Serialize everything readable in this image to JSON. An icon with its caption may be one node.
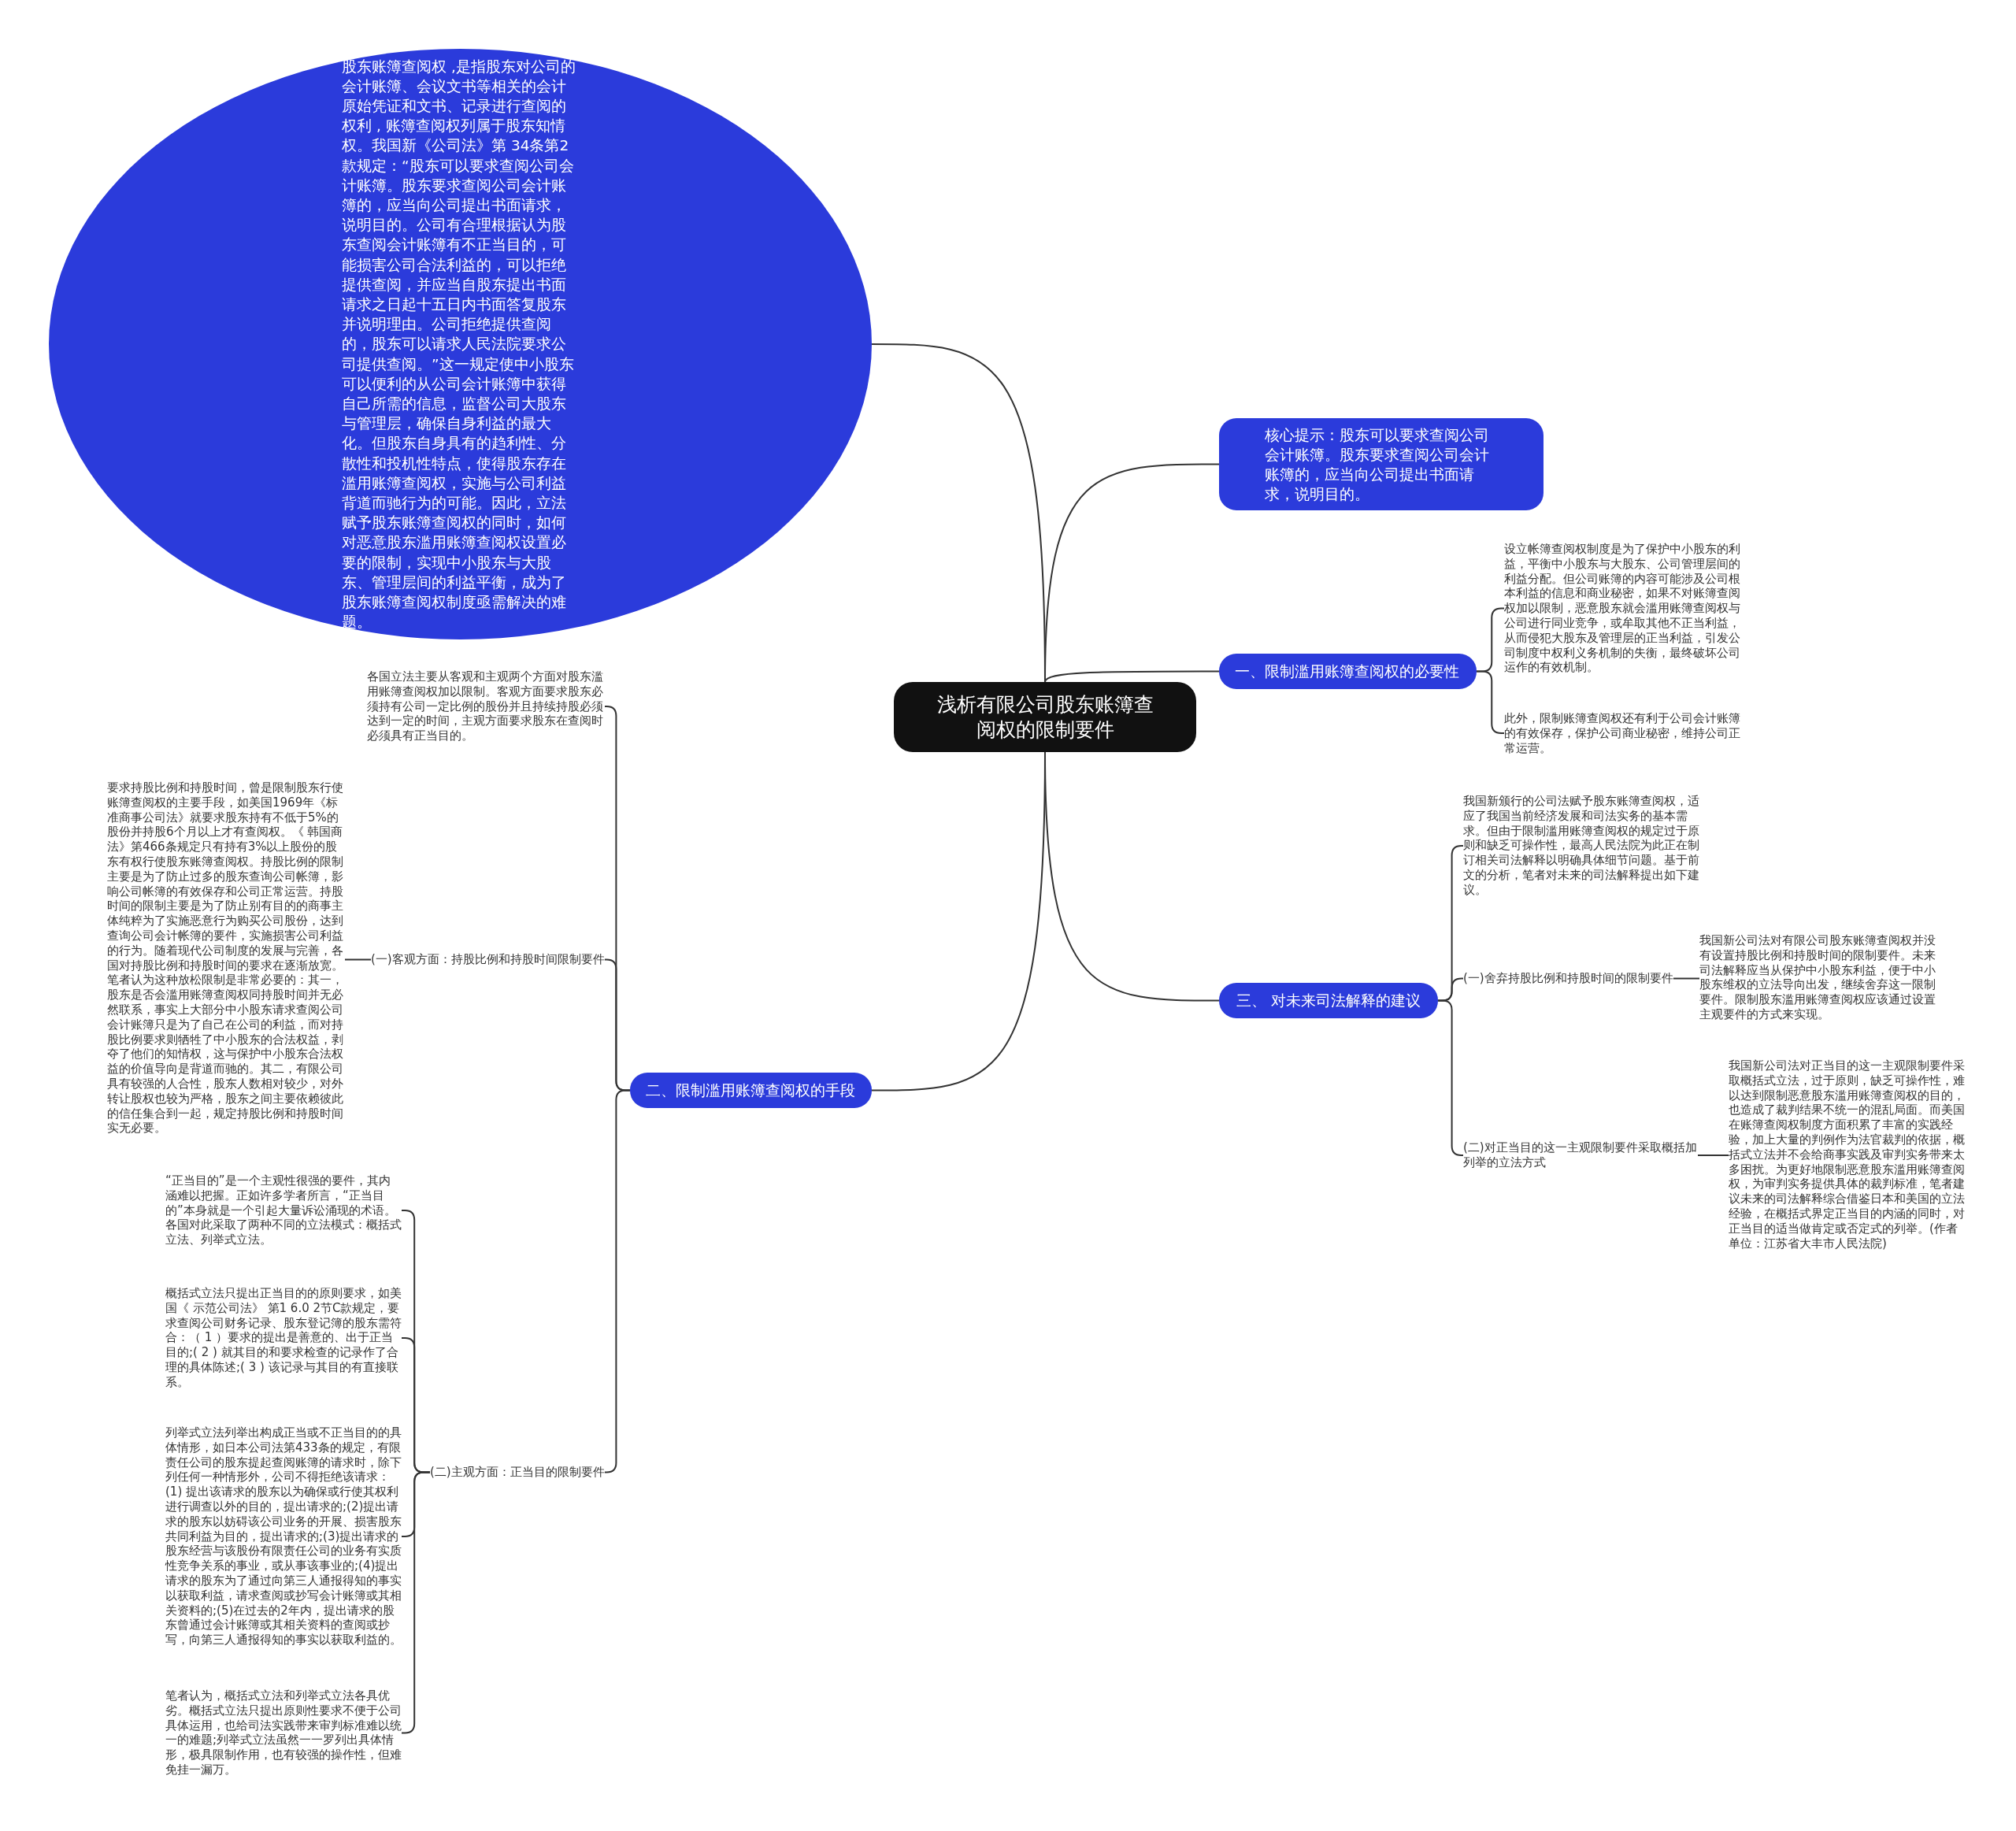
{
  "diagram": {
    "nodes": [
      {
        "text": [
          "浅析有限公司股东账簿查阅权的限制要件"
        ]
      },
      {
        "text": [
          "股东账簿查阅权 ,是指股东对公司的会计账簿、会议文书等相关的会计原始凭证和文书、记录进行查阅的权利 , 账簿查阅权列属于股东知情权。我国新《公司法》第 34条第2款规定：“股东可以要求查阅公司会计账簿。股东要求查阅公司会计账簿的，应当向公司提出书面请求，说明目的。公司有合理根据认为股东查阅会计账簿有不正当目的，可能损害公司合法利益的，可以拒绝提供查阅，并应当自股东提出书面请求之日起十五日内书面答复股东并说明理由。公司拒绝提供查阅的，股东可以请求人民法院要求公司提供查阅。”这一规定使中小股东可以便利的从公司会计账簿中获得自己所需的信息，监督公司大股东与管理层，确保自身利益的最大化。但股东自身具有的趋利性、分散性和投机性特点，使得股东存在滥用账簿查阅权，实施与公司利益背道而驰行为的可能。因此，立法赋予股东账簿查阅权的同时，如何对恶意股东滥用账簿查阅权设置必要的限制，实现中小股东与大股东、管理层间的利益平衡，成为了股东账簿查阅权制度亟需解决的难题。"
        ]
      },
      {
        "text": [
          "核心提示：股东可以要求查阅公司会计账簿。股东要求查阅公司会计账簿的，应当向公司提出书面请求，说明目的。"
        ]
      },
      {
        "text": [
          "一、限制滥用账簿查阅权的必要性"
        ]
      },
      {
        "text": [
          "设立帐簿查阅权制度是为了保护中小股东的利益，平衡中小股东与大股东、公司管理层间的利益分配。但公司账簿的内容可能涉及公司根本利益的信息和商业秘密，如果不对账簿查阅权加以限制，恶意股东就会滥用账簿查阅权与公司进行同业竞争，或牟取其他不正当利益，从而侵犯大股东及管理层的正当利益，引发公司制度中权利义务机制的失衡，最终破坏公司运作的有效机制。"
        ]
      },
      {
        "text": [
          "此外，限制账簿查阅权还有利于公司会计账簿的有效保存，保护公司商业秘密，维持公司正常运营。"
        ]
      },
      {
        "text": [
          "三、 对未来司法解释的建议"
        ]
      },
      {
        "text": [
          "我国新颁行的公司法赋予股东账簿查阅权，适应了我国当前经济发展和司法实务的基本需求。但由于限制滥用账簿查阅权的规定过于原则和缺乏可操作性，最高人民法院为此正在制订相关司法解释以明确具体细节问题。基于前文的分析，笔者对未来的司法解释提出如下建议。"
        ]
      },
      {
        "text": [
          "(一)舍弃持股比例和持股时间的限制要件"
        ]
      },
      {
        "text": [
          "我国新公司法对有限公司股东账簿查阅权并没有设置持股比例和持股时间的限制要件。未来司法解释应当从保护中小股东利益，便于中小股东维权的立法导向出发，继续舍弃这一限制要件。限制股东滥用账簿查阅权应该通过设置主观要件的方式来实现。"
        ]
      },
      {
        "text": [
          "(二)对正当目的这一主观限制要件采取概括加列举的立法方式"
        ]
      },
      {
        "text": [
          "我国新公司法对正当目的这一主观限制要件采取概括式立法，过于原则，缺乏可操作性，难以达到限制恶意股东滥用账簿查阅权的目的，也造成了裁判结果不统一的混乱局面。而美国在账簿查阅权制度方面积累了丰富的实践经验，加上大量的判例作为法官裁判的依据，概括式立法并不会给商事实践及审判实务带来太多困扰。为更好地限制恶意股东滥用账簿查阅权，为审判实务提供具体的裁判标准，笔者建议未来的司法解释综合借鉴日本和美国的立法经验，在概括式界定正当目的内涵的同时，对正当目的适当做肯定或否定式的列举。(作者单位：江苏省大丰市人民法院)"
        ]
      },
      {
        "text": [
          "二、限制滥用账簿查阅权的手段"
        ]
      },
      {
        "text": [
          "各国立法主要从客观和主观两个方面对股东滥用账簿查阅权加以限制。客观方面要求股东必须持有公司一定比例的股份并且持续持股必须达到一定的时间，主观方面要求股东在查阅时必须具有正当目的。"
        ]
      },
      {
        "text": [
          "(一)客观方面：持股比例和持股时间限制要件"
        ]
      },
      {
        "text": [
          "要求持股比例和持股时间，曾是限制股东行使账簿查阅权的主要手段，如美国1969年《标准商事公司法》就要求股东持有不低于5%的股份并持股6个月以上才有查阅权。《 韩国商法》第466条规定只有持有3%以上股份的股东有权行使股东账簿查阅权。持股比例的限制主要是为了防止过多的股东查询公司帐簿，影响公司帐簿的有效保存和公司正常运营。持股时间的限制主要是为了防止别有目的的商事主体纯粹为了实施恶意行为购买公司股份，达到查询公司会计帐簿的要件，实施损害公司利益的行为。随着现代公司制度的发展与完善，各国对持股比例和持股时间的要求在逐渐放宽。笔者认为这种放松限制是非常必要的：其一，股东是否会滥用账簿查阅权同持股时间并无必然联系，事实上大部分中小股东请求查阅公司会计账簿只是为了自己在公司的利益，而对持股比例要求则牺牲了中小股东的合法权益，剥夺了他们的知情权，这与保护中小股东合法权益的价值导向是背道而驰的。其二，有限公司具有较强的人合性，股东人数相对较少，对外转让股权也较为严格，股东之间主要依赖彼此的信任集合到一起，规定持股比例和持股时间实无必要。"
        ]
      },
      {
        "text": [
          "(二)主观方面：正当目的限制要件"
        ]
      },
      {
        "text": [
          "“正当目的”是一个主观性很强的要件，其内涵难以把握。正如许多学者所言，“正当目的”本身就是一个引起大量诉讼涌现的术语。各国对此采取了两种不同的立法模式：概括式立法、列举式立法。"
        ]
      },
      {
        "text": [
          "概括式立法只提出正当目的的原则要求，如美国《 示范公司法》 第1 6.0 2节C款规定，要求查阅公司财务记录、股东登记簿的股东需符合：（ 1 ）要求的提出是善意的、出于正当目的;( 2 ) 就其目的和要求检查的记录作了合理的具体陈述;( 3 ) 该记录与其目的有直接联系。"
        ]
      },
      {
        "text": [
          "列举式立法列举出构成正当或不正当目的的具体情形，如日本公司法第433条的规定，有限责任公司的股东提起查阅账簿的请求时，除下列任何一种情形外，公司不得拒绝该请求：(1) 提出该请求的股东以为确保或行使其权利进行调查以外的目的，提出请求的;(2)提出请求的股东以妨碍该公司业务的开展、损害股东共同利益为目的，提出请求的;(3)提出请求的股东经营与该股份有限责任公司的业务有实质性竞争关系的事业，或从事该事业的;(4)提出请求的股东为了通过向第三人通报得知的事实以获取利益，请求查阅或抄写会计账簿或其相关资料的;(5)在过去的2年内，提出请求的股东曾通过会计账簿或其相关资料的查阅或抄写，向第三人通报得知的事实以获取利益的。"
        ]
      },
      {
        "text": [
          "笔者认为，概括式立法和列举式立法各具优劣。概括式立法只提出原则性要求不便于公司具体运用，也给司法实践带来审判标准难以统一的难题;列举式立法虽然一一罗列出具体情形，极具限制作用，也有较强的操作性，但难免挂一漏万。"
        ]
      }
    ],
    "edges": [
      {
        "from": 0,
        "to": 1,
        "arrow": "none"
      },
      {
        "from": 0,
        "to": 2,
        "arrow": "none"
      },
      {
        "from": 0,
        "to": 3,
        "arrow": "none"
      },
      {
        "from": 0,
        "to": 6,
        "arrow": "none"
      },
      {
        "from": 0,
        "to": 12,
        "arrow": "none"
      },
      {
        "from": 3,
        "to": 4,
        "arrow": "none"
      },
      {
        "from": 3,
        "to": 5,
        "arrow": "none"
      },
      {
        "from": 6,
        "to": 7,
        "arrow": "none"
      },
      {
        "from": 6,
        "to": 8,
        "arrow": "none"
      },
      {
        "from": 6,
        "to": 10,
        "arrow": "none"
      },
      {
        "from": 8,
        "to": 9,
        "arrow": "none"
      },
      {
        "from": 10,
        "to": 11,
        "arrow": "none"
      },
      {
        "from": 12,
        "to": 13,
        "arrow": "none"
      },
      {
        "from": 12,
        "to": 14,
        "arrow": "none"
      },
      {
        "from": 12,
        "to": 16,
        "arrow": "none"
      },
      {
        "from": 14,
        "to": 15,
        "arrow": "none"
      },
      {
        "from": 16,
        "to": 17,
        "arrow": "none"
      },
      {
        "from": 16,
        "to": 18,
        "arrow": "none"
      },
      {
        "from": 16,
        "to": 19,
        "arrow": "none"
      },
      {
        "from": 16,
        "to": 20,
        "arrow": "none"
      }
    ]
  }
}
